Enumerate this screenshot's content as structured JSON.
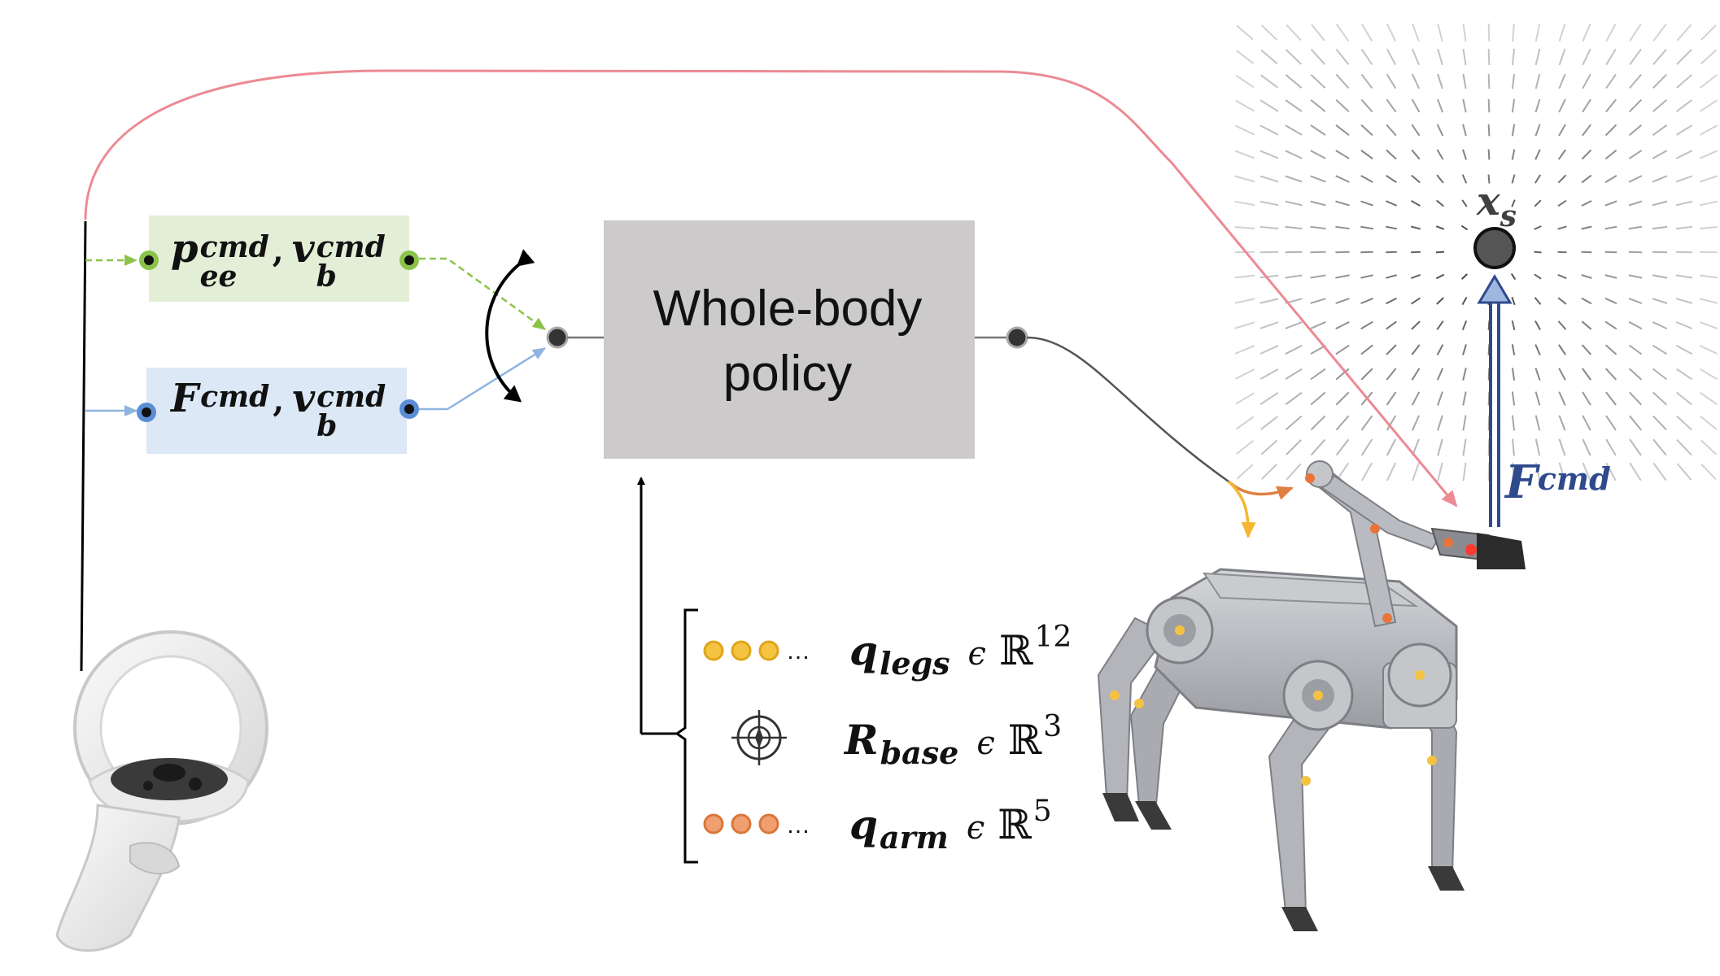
{
  "command_boxes": {
    "position_command": {
      "p": "p",
      "p_sub": "ee",
      "p_sup": "cmd",
      "sep": ",",
      "v": "v",
      "v_sub": "b",
      "v_sup": "cmd",
      "fill": "#e3eed7",
      "connector_color": "#8bc34a"
    },
    "force_command": {
      "f": "F",
      "f_sup": "cmd",
      "sep": ",",
      "v": "v",
      "v_sub": "b",
      "v_sup": "cmd",
      "fill": "#dce8f5",
      "connector_color": "#8fb4e0"
    }
  },
  "policy": {
    "label": "Whole-body policy",
    "line1": "Whole-body",
    "line2": "policy",
    "fill": "#cccacb"
  },
  "observations": [
    {
      "dots": "…",
      "symbol": "q",
      "subscript": "legs",
      "in": "ϵ",
      "set": "ℝ",
      "dim": "12",
      "dot_color": "#f5c342"
    },
    {
      "dots": "",
      "symbol": "R",
      "subscript": "base",
      "in": "ϵ",
      "set": "ℝ",
      "dim": "3",
      "icon": "gyroscope-icon"
    },
    {
      "dots": "…",
      "symbol": "q",
      "subscript": "arm",
      "in": "ϵ",
      "set": "ℝ",
      "dim": "5",
      "dot_color": "#e8915a"
    }
  ],
  "field": {
    "target": {
      "symbol": "x",
      "subscript": "s"
    },
    "force": {
      "symbol": "F",
      "sup": "cmd",
      "color": "#2f4a8c"
    }
  },
  "colors": {
    "teleop_line": "#ec8a93",
    "output_line": "#555555",
    "leg_output": "#f5b731",
    "arm_output": "#e08040",
    "robot_body": "#b9bbc0",
    "joint_yellow": "#f5c342",
    "joint_orange": "#e8743a"
  },
  "icons": [
    "vr-controller-icon",
    "quadruped-robot-icon",
    "gyroscope-icon",
    "switch-arrow-icon"
  ]
}
